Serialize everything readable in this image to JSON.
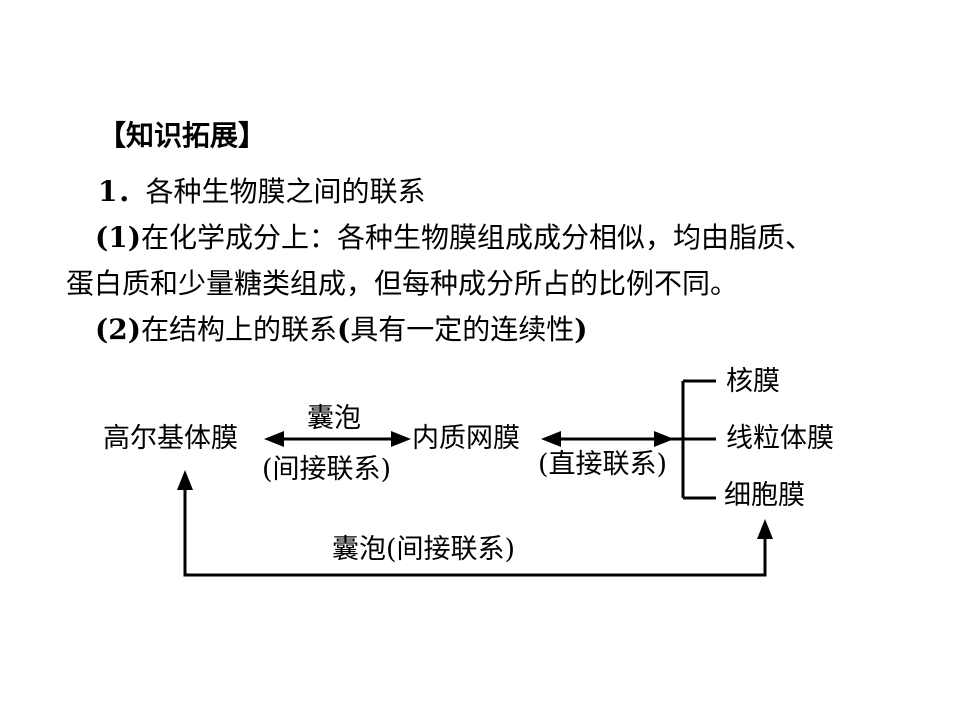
{
  "heading": "【知识拓展】",
  "point1": {
    "number": "1．",
    "text": "各种生物膜之间的联系"
  },
  "sub1": {
    "marker": "(1)",
    "line1": "在化学成分上：各种生物膜组成成分相似，均由脂质、",
    "line2": "蛋白质和少量糖类组成，但每种成分所占的比例不同。"
  },
  "sub2": {
    "marker": "(2)",
    "text_a": "在结构上的联系",
    "paren_open": "(",
    "text_b": "具有一定的连续性",
    "paren_close": ")"
  },
  "diagram": {
    "node_golgi": "高尔基体膜",
    "node_er": "内质网膜",
    "node_nuclear": "核膜",
    "node_mito": "线粒体膜",
    "node_plasma": "细胞膜",
    "label_vesicle_top": "囊泡",
    "label_indirect_1": "(间接联系)",
    "label_direct": "(直接联系)",
    "label_vesicle_bottom": "囊泡(间接联系)"
  }
}
